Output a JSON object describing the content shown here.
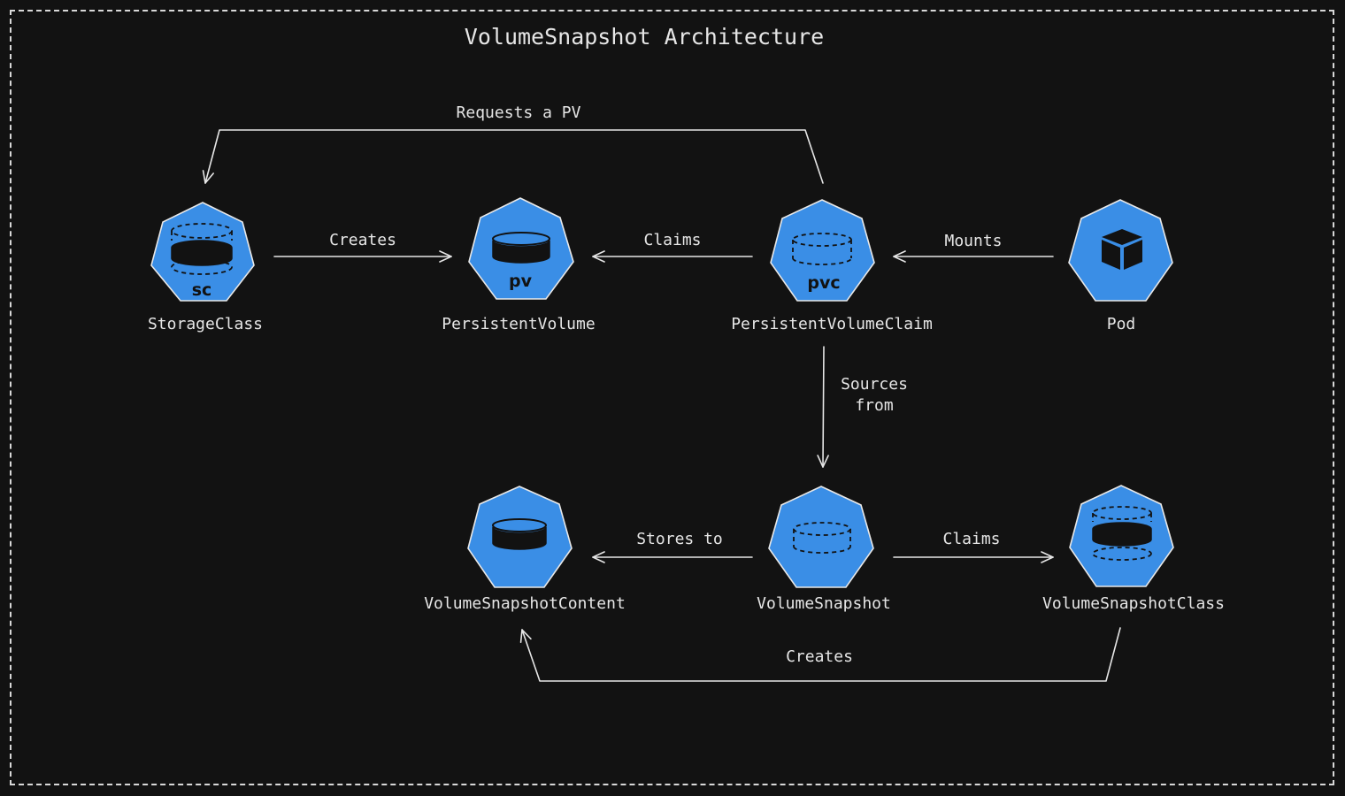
{
  "title": "VolumeSnapshot Architecture",
  "nodes": {
    "storage_class": {
      "label": "StorageClass",
      "icon": "storageclass-icon",
      "badge": "sc"
    },
    "persistent_volume": {
      "label": "PersistentVolume",
      "icon": "persistentvolume-icon",
      "badge": "pv"
    },
    "persistent_volume_claim": {
      "label": "PersistentVolumeClaim",
      "icon": "persistentvolumeclaim-icon",
      "badge": "pvc"
    },
    "pod": {
      "label": "Pod",
      "icon": "pod-cube-icon"
    },
    "volume_snapshot_content": {
      "label": "VolumeSnapshotContent",
      "icon": "volumesnapshotcontent-icon"
    },
    "volume_snapshot": {
      "label": "VolumeSnapshot",
      "icon": "volumesnapshot-icon"
    },
    "volume_snapshot_class": {
      "label": "VolumeSnapshotClass",
      "icon": "volumesnapshotclass-icon"
    }
  },
  "edges": {
    "requests_pv": "Requests a PV",
    "sc_creates_pv": "Creates",
    "pvc_claims_pv": "Claims",
    "pod_mounts_pvc": "Mounts",
    "pvc_sources_from_1": "Sources",
    "pvc_sources_from_2": "from",
    "vs_stores_to": "Stores to",
    "vs_claims_vsc": "Claims",
    "vsc_creates_vscontent": "Creates"
  },
  "colors": {
    "background": "#121212",
    "node_fill": "#3a8ee6",
    "stroke": "#e6e6e6"
  }
}
